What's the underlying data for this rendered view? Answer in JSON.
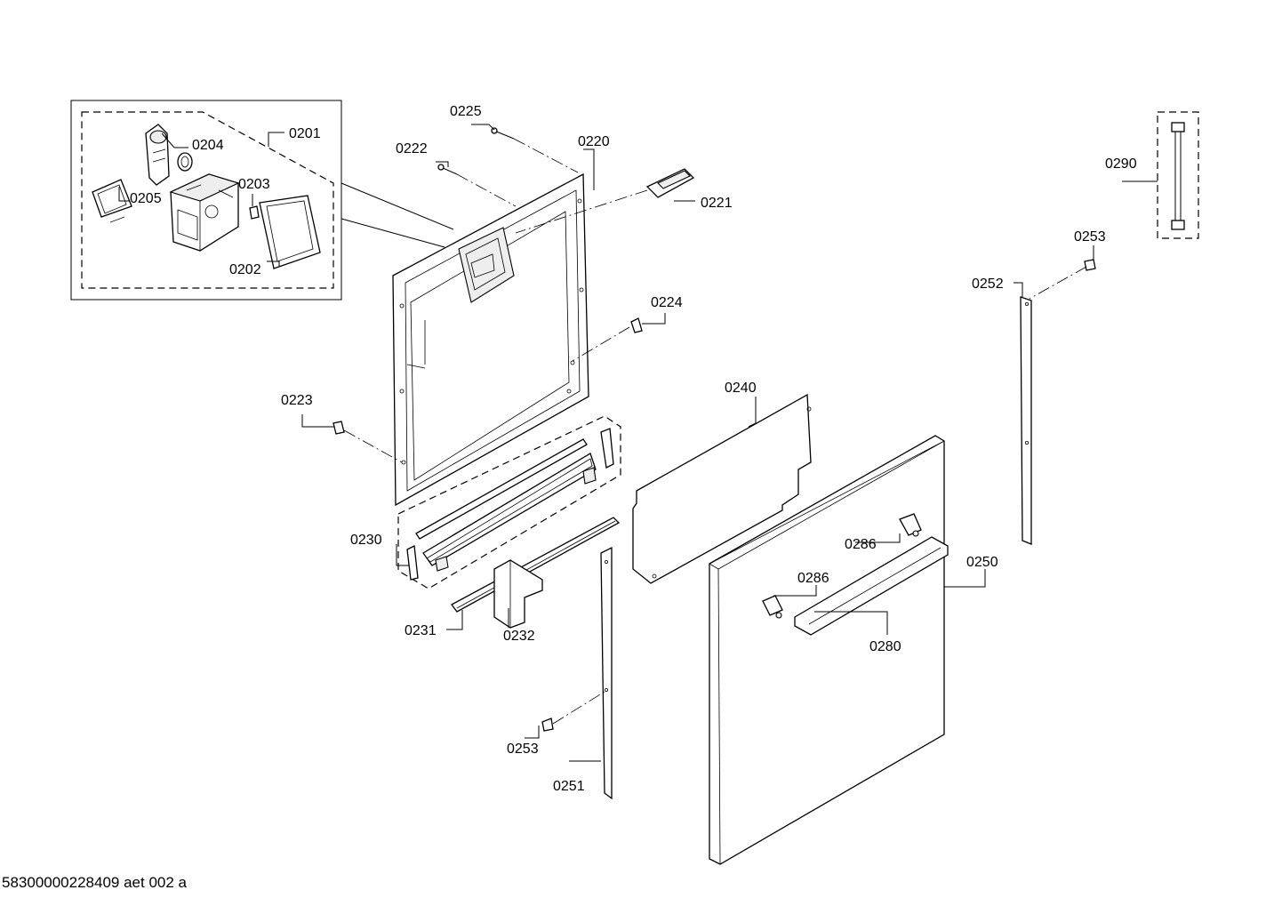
{
  "labels": {
    "p0201": "0201",
    "p0202": "0202",
    "p0203": "0203",
    "p0204": "0204",
    "p0205": "0205",
    "p0220": "0220",
    "p0221": "0221",
    "p0222": "0222",
    "p0223": "0223",
    "p0224": "0224",
    "p0225": "0225",
    "p0230": "0230",
    "p0231": "0231",
    "p0232": "0232",
    "p0240": "0240",
    "p0250": "0250",
    "p0251": "0251",
    "p0252": "0252",
    "p0253a": "0253",
    "p0253b": "0253",
    "p0280": "0280",
    "p0286a": "0286",
    "p0286b": "0286",
    "p0290": "0290"
  },
  "footer": {
    "drawing_id": "58300000228409 aet 002 a"
  }
}
